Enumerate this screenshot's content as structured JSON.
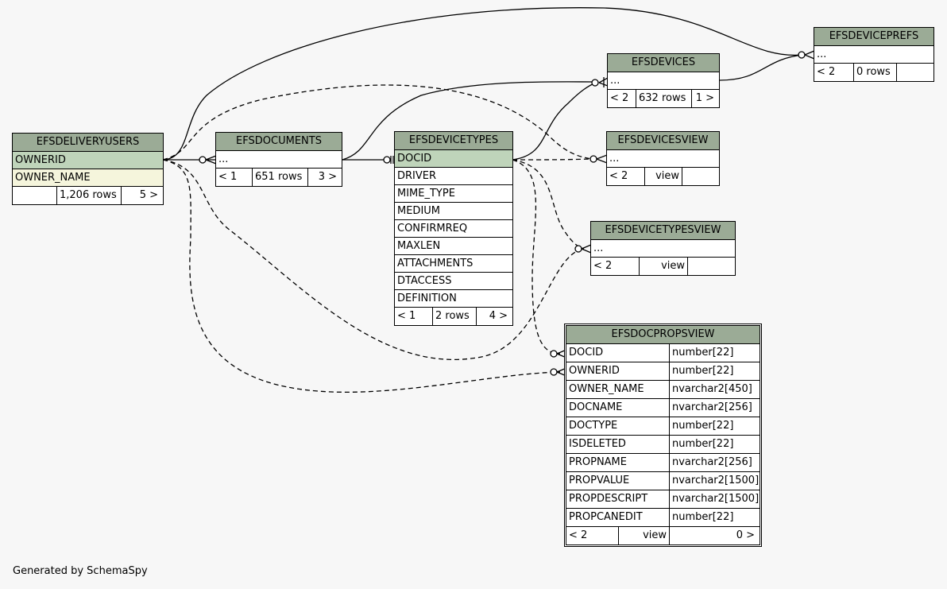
{
  "footer": "Generated by SchemaSpy",
  "tables": {
    "deliveryusers": {
      "name": "EFSDELIVERYUSERS",
      "rows": [
        "OWNERID",
        "OWNER_NAME"
      ],
      "foot": [
        "",
        "1,206 rows",
        "5 >"
      ]
    },
    "documents": {
      "name": "EFSDOCUMENTS",
      "rows": [
        "..."
      ],
      "foot": [
        "< 1",
        "651 rows",
        "3 >"
      ]
    },
    "devicetypes": {
      "name": "EFSDEVICETYPES",
      "rows": [
        "DOCID",
        "DRIVER",
        "MIME_TYPE",
        "MEDIUM",
        "CONFIRMREQ",
        "MAXLEN",
        "ATTACHMENTS",
        "DTACCESS",
        "DEFINITION"
      ],
      "foot": [
        "< 1",
        "2 rows",
        "4 >"
      ]
    },
    "devices": {
      "name": "EFSDEVICES",
      "rows": [
        "..."
      ],
      "foot": [
        "< 2",
        "632 rows",
        "1 >"
      ]
    },
    "deviceprefs": {
      "name": "EFSDEVICEPREFS",
      "rows": [
        "..."
      ],
      "foot": [
        "< 2",
        "0 rows",
        ""
      ]
    },
    "devicesview": {
      "name": "EFSDEVICESVIEW",
      "rows": [
        "..."
      ],
      "foot": [
        "< 2",
        "view",
        ""
      ]
    },
    "devicetypesview": {
      "name": "EFSDEVICETYPESVIEW",
      "rows": [
        "..."
      ],
      "foot": [
        "< 2",
        "view",
        ""
      ]
    },
    "docpropsview": {
      "name": "EFSDOCPROPSVIEW",
      "rows": [
        [
          "DOCID",
          "number[22]"
        ],
        [
          "OWNERID",
          "number[22]"
        ],
        [
          "OWNER_NAME",
          "nvarchar2[450]"
        ],
        [
          "DOCNAME",
          "nvarchar2[256]"
        ],
        [
          "DOCTYPE",
          "number[22]"
        ],
        [
          "ISDELETED",
          "number[22]"
        ],
        [
          "PROPNAME",
          "nvarchar2[256]"
        ],
        [
          "PROPVALUE",
          "nvarchar2[1500]"
        ],
        [
          "PROPDESCRIPT",
          "nvarchar2[1500]"
        ],
        [
          "PROPCANEDIT",
          "number[22]"
        ]
      ],
      "foot": [
        "< 2",
        "view",
        "0 >"
      ]
    }
  }
}
